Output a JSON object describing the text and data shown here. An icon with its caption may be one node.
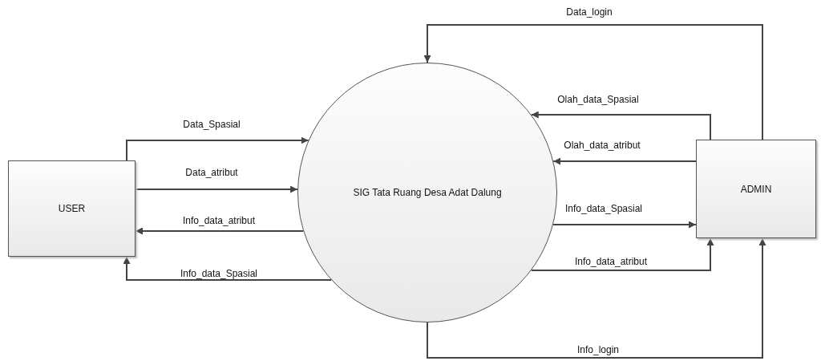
{
  "diagram": {
    "nodes": [
      {
        "text": [
          "USER"
        ]
      },
      {
        "text": [
          "SIG Tata Ruang Desa Adat Dalung"
        ]
      },
      {
        "text": [
          "ADMIN"
        ]
      }
    ],
    "edges": [
      {
        "from": 0,
        "to": 1,
        "arrow": "to",
        "label": "Data_Spasial"
      },
      {
        "from": 0,
        "to": 1,
        "arrow": "to",
        "label": "Data_atribut"
      },
      {
        "from": 1,
        "to": 0,
        "arrow": "to",
        "label": "Info_data_atribut"
      },
      {
        "from": 1,
        "to": 0,
        "arrow": "to",
        "label": "Info_data_Spasial"
      },
      {
        "from": 2,
        "to": 1,
        "arrow": "to",
        "label": "Data_login"
      },
      {
        "from": 2,
        "to": 1,
        "arrow": "to",
        "label": "Olah_data_Spasial"
      },
      {
        "from": 2,
        "to": 1,
        "arrow": "to",
        "label": "Olah_data_atribut"
      },
      {
        "from": 1,
        "to": 2,
        "arrow": "to",
        "label": "Info_data_Spasial"
      },
      {
        "from": 1,
        "to": 2,
        "arrow": "to",
        "label": "Info_data_atribut"
      },
      {
        "from": 1,
        "to": 2,
        "arrow": "to",
        "label": "Info_login"
      }
    ]
  }
}
